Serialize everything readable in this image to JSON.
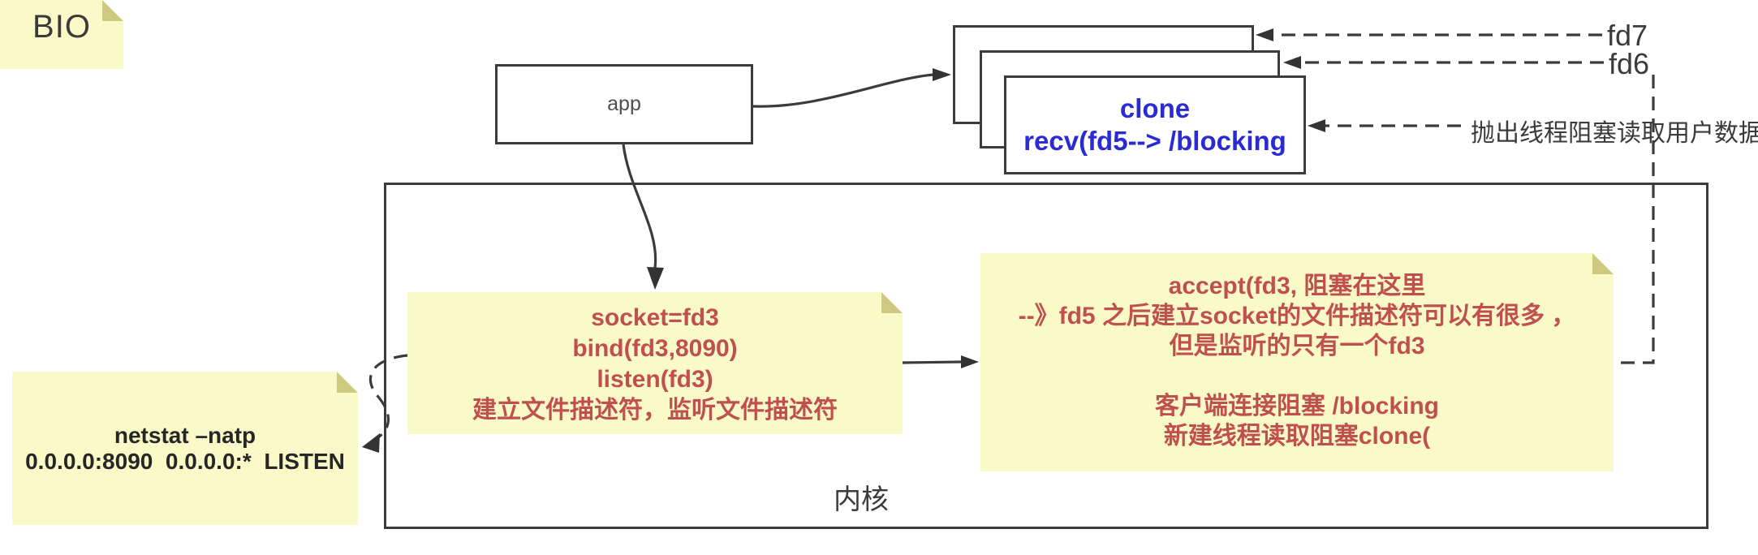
{
  "colors": {
    "note_yellow": "#fafac8",
    "note_fold": "#cdc97f",
    "note_text_red": "#c0504d",
    "thread_text_blue": "#2b2bd6",
    "stroke_dark": "#3b3b3b",
    "background": "#ffffff"
  },
  "bio_note": {
    "label": "BIO"
  },
  "app_box": {
    "label": "app"
  },
  "thread_stack": {
    "lines": [
      "clone",
      "recv(fd5--> /blocking"
    ]
  },
  "fd_labels": {
    "fd7": "fd7",
    "fd6": "fd6"
  },
  "annotation": {
    "throw_thread": "抛出线程阻塞读取用户数据"
  },
  "kernel_box": {
    "label": "内核"
  },
  "socket_note": {
    "lines": [
      "socket=fd3",
      "bind(fd3,8090)",
      "listen(fd3)",
      "建立文件描述符，监听文件描述符"
    ]
  },
  "accept_note": {
    "lines": [
      "accept(fd3, 阻塞在这里",
      "--》fd5 之后建立socket的文件描述符可以有很多 ，",
      "但是监听的只有一个fd3",
      "",
      "客户端连接阻塞 /blocking",
      "新建线程读取阻塞clone("
    ]
  },
  "netstat_note": {
    "lines": [
      "netstat –natp",
      "0.0.0.0:8090  0.0.0.0:*  LISTEN"
    ]
  }
}
